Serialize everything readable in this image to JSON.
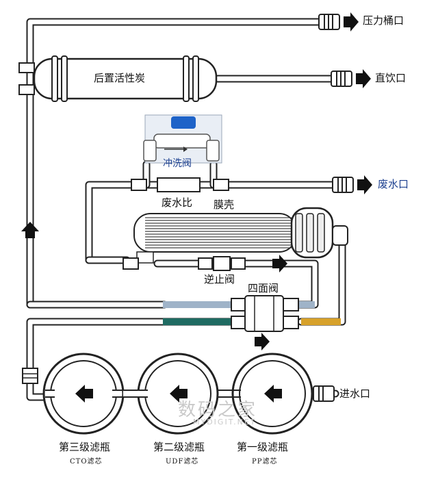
{
  "outlets": {
    "pressure_tank": "压力桶口",
    "direct_drink": "直饮口",
    "waste_water": "废水口"
  },
  "components": {
    "post_carbon": "后置活性炭",
    "flush_valve": "冲洗阀",
    "waste_ratio": "废水比",
    "membrane_shell": "膜壳",
    "check_valve": "逆止阀",
    "four_way_valve": "四面阀",
    "water_inlet": "进水口"
  },
  "filters": [
    {
      "name": "第三级滤瓶",
      "type": "CTO滤芯"
    },
    {
      "name": "第二级滤瓶",
      "type": "UDF滤芯"
    },
    {
      "name": "第一级滤瓶",
      "type": "PP滤芯"
    }
  ],
  "watermark": {
    "main": "数码之家",
    "sub": "MYDIGIT.NET"
  },
  "colors": {
    "pipe_outline": "#222222",
    "arrow": "#111111",
    "valve_handle": "#1e63c8",
    "pipe_blue": "#9fb3c8",
    "pipe_green": "#1f6b62",
    "pipe_amber": "#d7a12a",
    "label_blue": "#1b3f8f"
  }
}
